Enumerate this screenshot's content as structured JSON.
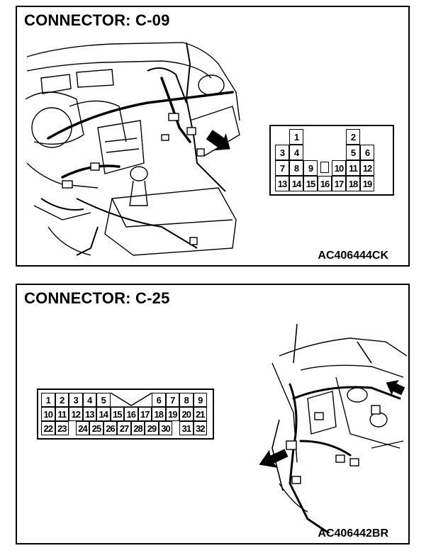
{
  "panels": [
    {
      "title": "CONNECTOR: C-09",
      "code": "AC406444CK",
      "connector": {
        "rows": [
          [
            "",
            "1",
            "",
            "",
            "",
            "2",
            ""
          ],
          [
            "3",
            "4",
            "",
            "",
            "",
            "5",
            "6"
          ],
          [
            "7",
            "8",
            "9",
            "",
            "10",
            "11",
            "12"
          ],
          [
            "13",
            "14",
            "15",
            "16",
            "17",
            "18",
            "19"
          ]
        ]
      }
    },
    {
      "title": "CONNECTOR: C-25",
      "code": "AC406442BR",
      "connector": {
        "rows": [
          [
            "1",
            "2",
            "3",
            "4",
            "5",
            "",
            "",
            "6",
            "7",
            "8",
            "9"
          ],
          [
            "10",
            "11",
            "12",
            "13",
            "14",
            "15",
            "16",
            "17",
            "18",
            "19",
            "20",
            "21"
          ],
          [
            "22",
            "23",
            "",
            "24",
            "25",
            "26",
            "27",
            "28",
            "29",
            "30",
            "",
            "31",
            "32"
          ]
        ]
      }
    }
  ],
  "colors": {
    "line": "#000000",
    "background": "#ffffff"
  }
}
